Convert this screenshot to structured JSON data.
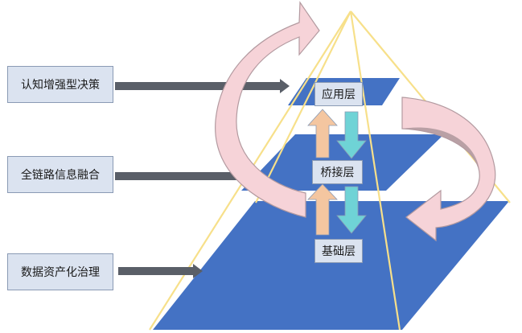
{
  "side_labels": {
    "decision": "认知增强型决策",
    "fusion": "全链路信息融合",
    "asset": "数据资产化治理"
  },
  "layers": {
    "application": "应用层",
    "bridge": "桥接层",
    "base": "基础层"
  },
  "colors": {
    "layer_plane": "#4472c4",
    "pyramid_edge": "#f7e08a",
    "side_arrow": "#5a5f68",
    "cycle_arrow_light": "#f6d3d8",
    "cycle_arrow_dark": "#b39aa0",
    "up_arrow": "#f4c6a0",
    "down_arrow": "#6fd3d6",
    "label_box": "#dbe3f0"
  }
}
